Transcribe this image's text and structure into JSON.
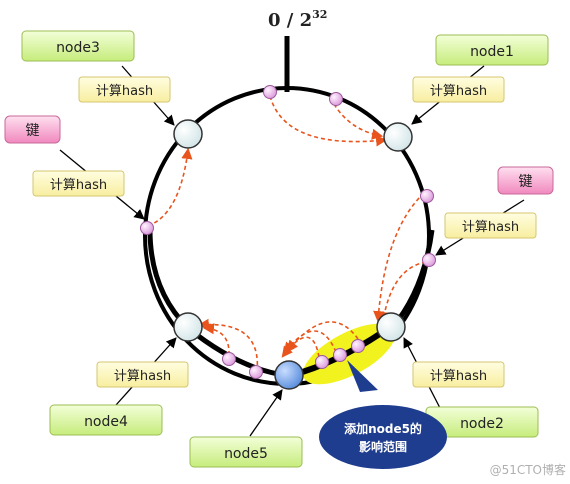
{
  "title": {
    "base": "0 / 2",
    "exp": "32"
  },
  "nodes": {
    "node1": "node1",
    "node2": "node2",
    "node3": "node3",
    "node4": "node4",
    "node5": "node5"
  },
  "key_label": "键",
  "hash_label": "计算hash",
  "callout": {
    "line1": "添加node5的",
    "line2": "影响范围"
  },
  "watermark": "@51CTO博客",
  "colors": {
    "ring": "#000000",
    "node_fill": "#dfeef0",
    "new_node_fill": "#6fa0e8",
    "object_fill": "#e8b4e8",
    "arrow": "#e8541c",
    "node_label_fill": "#d9f59c",
    "hash_label_fill": "#fdf7b0",
    "key_label_fill": "#f7a8cf",
    "highlight": "#f2f21e",
    "callout_fill": "#1f3d8f"
  }
}
